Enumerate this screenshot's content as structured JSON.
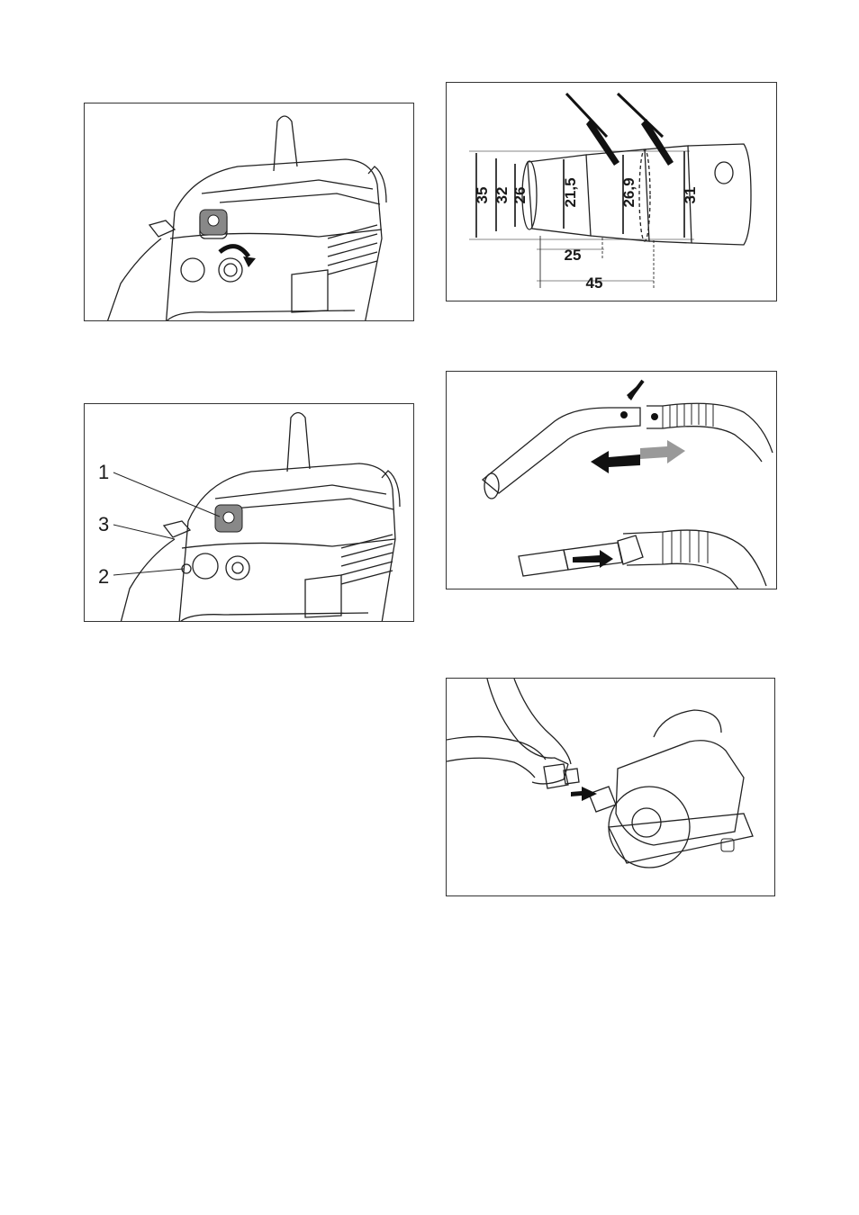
{
  "figures": {
    "vacuum_switch": {
      "alt": "vacuum-cleaner-switch-rotation"
    },
    "vacuum_callouts": {
      "callouts": [
        "1",
        "3",
        "2"
      ]
    },
    "adapter_dimensions": {
      "dims": {
        "d35": "35",
        "d32": "32",
        "d26": "26",
        "d21_5": "21,5",
        "d26_9": "26,9",
        "d31": "31",
        "l25": "25",
        "l45": "45"
      }
    },
    "hose_connection": {},
    "tool_connection": {}
  }
}
